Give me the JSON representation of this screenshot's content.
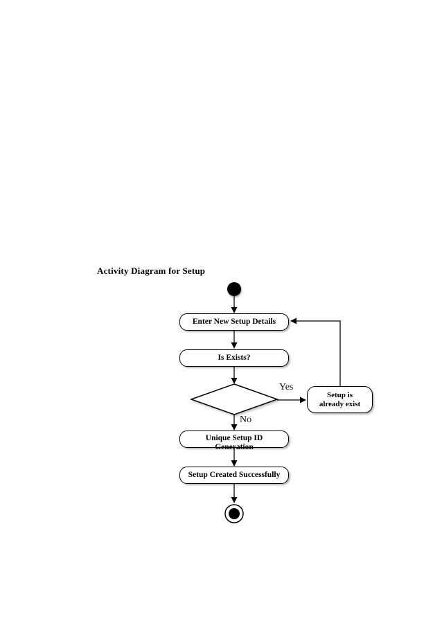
{
  "title": "Activity Diagram for Setup",
  "diagram": {
    "kind": "uml-activity-diagram",
    "nodes": {
      "start": {
        "type": "initial-node"
      },
      "enter_details": {
        "type": "action",
        "label": "Enter New Setup Details"
      },
      "is_exists": {
        "type": "action",
        "label": "Is Exists?"
      },
      "decision": {
        "type": "decision"
      },
      "already_exist": {
        "type": "action",
        "line1": "Setup is",
        "line2": "already exist"
      },
      "unique_id": {
        "type": "action",
        "line1": "Unique Setup ID",
        "line2": "Generation"
      },
      "created": {
        "type": "action",
        "label": "Setup Created Successfully"
      },
      "end": {
        "type": "final-node"
      }
    },
    "edge_labels": {
      "yes": "Yes",
      "no": "No"
    }
  },
  "colors": {
    "background": "#ffffff",
    "ink": "#000000",
    "node_fill": "#ffffff"
  }
}
